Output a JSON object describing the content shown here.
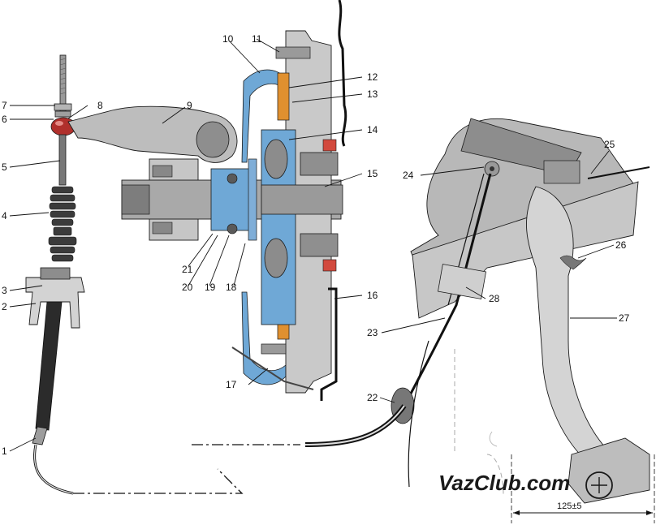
{
  "watermark": "VazClub.com",
  "dimension": "125±5",
  "callouts": [
    "1",
    "2",
    "3",
    "4",
    "5",
    "6",
    "7",
    "8",
    "9",
    "10",
    "11",
    "12",
    "13",
    "14",
    "15",
    "16",
    "17",
    "18",
    "19",
    "20",
    "21",
    "22",
    "23",
    "24",
    "25",
    "26",
    "27",
    "28"
  ],
  "colors": {
    "housing": "#c9c9c9",
    "housing_dark": "#8a8a8a",
    "friction": "#e0902f",
    "hub_blue": "#6fa8d6",
    "ball_red": "#b0302c",
    "outline": "#1a1a1a"
  }
}
